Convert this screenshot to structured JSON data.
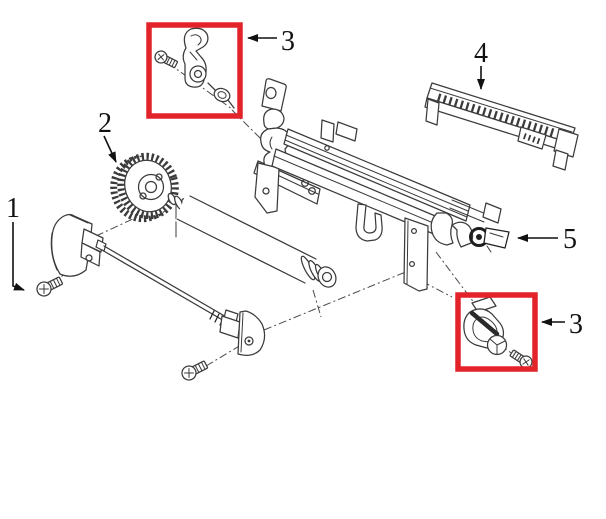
{
  "colors": {
    "highlight": "#e2232a",
    "line": "#3b3b3b",
    "dark": "#1a1a1a",
    "background": "#ffffff"
  },
  "callouts": [
    {
      "id": "callout-1",
      "label": "1"
    },
    {
      "id": "callout-2",
      "label": "2"
    },
    {
      "id": "callout-3-top",
      "label": "3"
    },
    {
      "id": "callout-4",
      "label": "4"
    },
    {
      "id": "callout-5",
      "label": "5"
    },
    {
      "id": "callout-3-bottom",
      "label": "3"
    }
  ]
}
